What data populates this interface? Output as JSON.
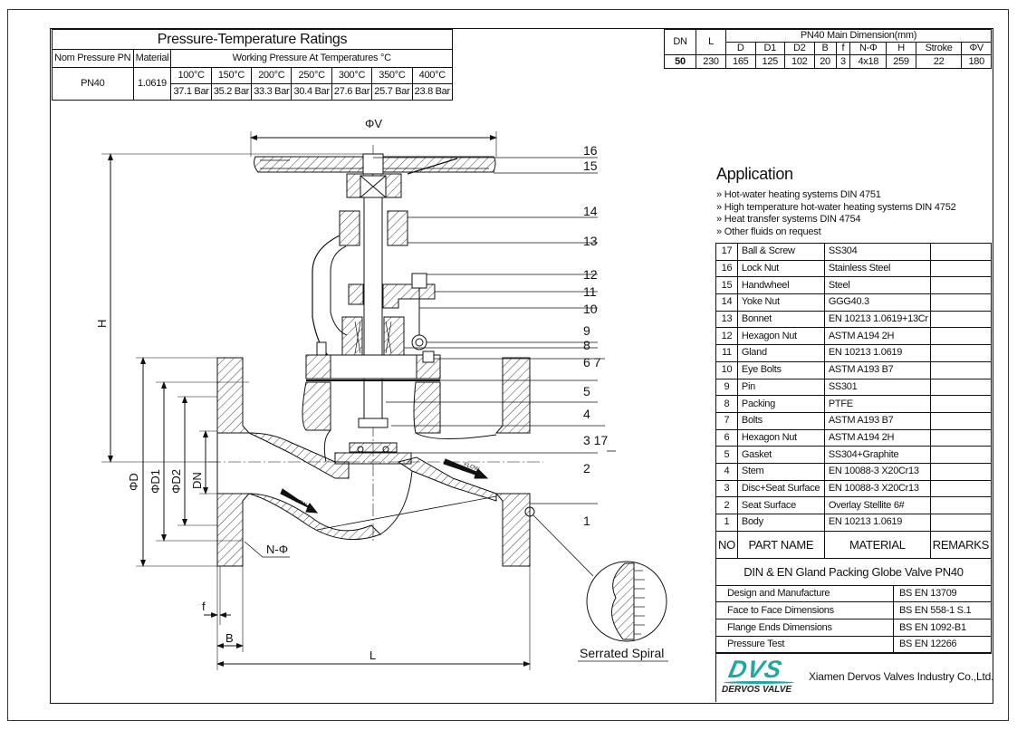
{
  "pt_table": {
    "title": "Pressure-Temperature Ratings",
    "col_nom": "Nom Pressure PN",
    "col_material": "Material",
    "col_working": "Working Pressure At Temperatures °C",
    "pn": "PN40",
    "material": "1.0619",
    "temps": [
      "100°C",
      "150°C",
      "200°C",
      "250°C",
      "300°C",
      "350°C",
      "400°C"
    ],
    "pressures": [
      "37.1 Bar",
      "35.2 Bar",
      "33.3 Bar",
      "30.4 Bar",
      "27.6 Bar",
      "25.7 Bar",
      "23.8 Bar"
    ]
  },
  "dim_table": {
    "col_dn": "DN",
    "col_l": "L",
    "group_title": "PN40 Main Dimension(mm)",
    "headers": [
      "D",
      "D1",
      "D2",
      "B",
      "f",
      "N-Φ",
      "H",
      "Stroke",
      "ΦV"
    ],
    "dn": "50",
    "l": "230",
    "values": [
      "165",
      "125",
      "102",
      "20",
      "3",
      "4x18",
      "259",
      "22",
      "180"
    ]
  },
  "application": {
    "title": "Application",
    "items": [
      "Hot-water heating systems DIN 4751",
      "High temperature hot-water heating systems DIN 4752",
      "Heat transfer systems DIN 4754",
      "Other fluids on request"
    ]
  },
  "parts": {
    "rows": [
      {
        "no": "17",
        "name": "Ball & Screw",
        "material": "SS304"
      },
      {
        "no": "16",
        "name": "Lock Nut",
        "material": "Stainless Steel"
      },
      {
        "no": "15",
        "name": "Handwheel",
        "material": "Steel"
      },
      {
        "no": "14",
        "name": "Yoke Nut",
        "material": "GGG40.3"
      },
      {
        "no": "13",
        "name": "Bonnet",
        "material": "EN 10213 1.0619+13Cr"
      },
      {
        "no": "12",
        "name": "Hexagon Nut",
        "material": "ASTM A194 2H"
      },
      {
        "no": "11",
        "name": "Gland",
        "material": "EN 10213 1.0619"
      },
      {
        "no": "10",
        "name": "Eye Bolts",
        "material": "ASTM A193 B7"
      },
      {
        "no": "9",
        "name": "Pin",
        "material": "SS301"
      },
      {
        "no": "8",
        "name": "Packing",
        "material": "PTFE"
      },
      {
        "no": "7",
        "name": "Bolts",
        "material": "ASTM A193 B7"
      },
      {
        "no": "6",
        "name": "Hexagon Nut",
        "material": "ASTM A194 2H"
      },
      {
        "no": "5",
        "name": "Gasket",
        "material": "SS304+Graphite"
      },
      {
        "no": "4",
        "name": "Stem",
        "material": "EN 10088-3 X20Cr13"
      },
      {
        "no": "3",
        "name": "Disc+Seat Surface",
        "material": "EN 10088-3 X20Cr13"
      },
      {
        "no": "2",
        "name": "Seat Surface",
        "material": "Overlay Stellite 6#"
      },
      {
        "no": "1",
        "name": "Body",
        "material": "EN 10213 1.0619"
      }
    ],
    "header": {
      "no": "NO",
      "name": "PART NAME",
      "material": "MATERIAL",
      "remarks": "REMARKS"
    }
  },
  "title_block": {
    "title": "DIN & EN Gland Packing Globe Valve PN40",
    "standards": [
      {
        "label": "Design and Manufacture",
        "value": "BS EN 13709"
      },
      {
        "label": "Face to Face Dimensions",
        "value": "BS EN 558-1 S.1"
      },
      {
        "label": "Flange Ends Dimensions",
        "value": "BS EN 1092-B1"
      },
      {
        "label": "Pressure Test",
        "value": "BS EN 12266"
      }
    ],
    "logo_mark": "DVS",
    "logo_text": "DERVOS VALVE",
    "company": "Xiamen Dervos Valves Industry Co.,Ltd.",
    "logo_color": "#1fa7a0"
  },
  "drawing": {
    "dim_v": "ΦV",
    "dim_h": "H",
    "dim_d": "ΦD",
    "dim_d1": "ΦD1",
    "dim_d2": "ΦD2",
    "dim_dn": "DN",
    "dim_n": "N-Φ",
    "dim_f": "f",
    "dim_b": "B",
    "dim_l": "L",
    "flow": "FLOW",
    "detail_label": "Serrated Spiral",
    "callouts": [
      "16",
      "15",
      "14",
      "13",
      "12",
      "11",
      "10",
      "9",
      "8",
      "6  7",
      "5",
      "4",
      "3  17",
      "2",
      "1"
    ]
  }
}
